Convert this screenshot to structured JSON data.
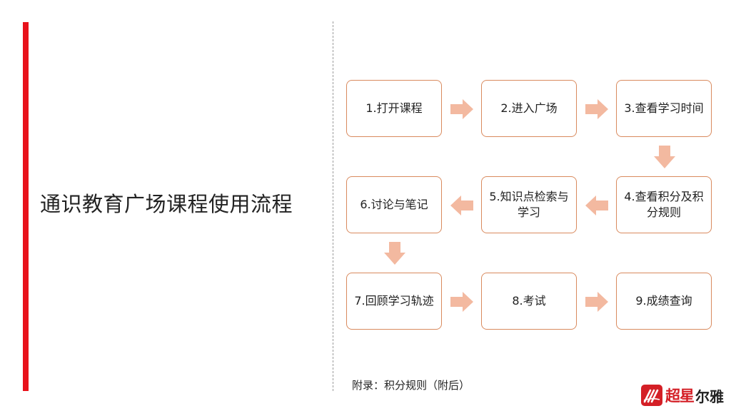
{
  "title": "通识教育广场课程使用流程",
  "steps": [
    "1.打开课程",
    "2.进入广场",
    "3.查看学习时间",
    "4.查看积分及积分规则",
    "5.知识点检索与学习",
    "6.讨论与笔记",
    "7.回顾学习轨迹",
    "8.考试",
    "9.成绩查询"
  ],
  "note": "附录：积分规则（附后）",
  "logo": {
    "brand_cn": "超星",
    "brand_name": "尔雅"
  },
  "colors": {
    "accent_bar": "#e8121b",
    "box_border": "#d98a5e",
    "arrow": "#f3b9a0"
  }
}
